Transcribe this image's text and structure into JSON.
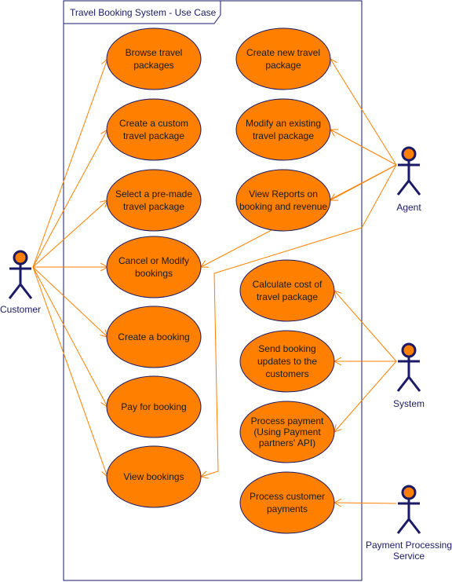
{
  "title": "Travel Booking System - Use Case",
  "colors": {
    "use_case_fill": "#FF8000",
    "use_case_stroke": "#1a1a66",
    "actor_stroke": "#1a1a66",
    "actor_head_fill": "#FF8000",
    "association_line": "#FF8000",
    "boundary_stroke": "#1a1a66"
  },
  "actors": [
    {
      "id": "customer",
      "label": "Customer"
    },
    {
      "id": "agent",
      "label": "Agent"
    },
    {
      "id": "system",
      "label": "System"
    },
    {
      "id": "payment",
      "label": "Payment Processing Service"
    }
  ],
  "use_cases": [
    {
      "id": "browse",
      "label": "Browse travel packages"
    },
    {
      "id": "custom",
      "label": "Create a custom travel package"
    },
    {
      "id": "premade",
      "label": "Select a pre-made travel package"
    },
    {
      "id": "cancel",
      "label": "Cancel or Modify bookings"
    },
    {
      "id": "create_booking",
      "label": "Create a booking"
    },
    {
      "id": "pay",
      "label": "Pay for booking"
    },
    {
      "id": "view_bookings",
      "label": "View bookings"
    },
    {
      "id": "new_pkg",
      "label": "Create new travel package"
    },
    {
      "id": "modify_pkg",
      "label": "Modify an existing travel package"
    },
    {
      "id": "reports",
      "label": "View Reports on booking and revenue"
    },
    {
      "id": "calc",
      "label": "Calculate cost of travel package"
    },
    {
      "id": "updates",
      "label": "Send booking updates to the customers"
    },
    {
      "id": "process_payment",
      "label": "Process payment (Using Payment partners' API)"
    },
    {
      "id": "customer_payments",
      "label": "Process customer payments"
    }
  ],
  "associations": [
    {
      "actor": "customer",
      "use_case": "browse"
    },
    {
      "actor": "customer",
      "use_case": "custom"
    },
    {
      "actor": "customer",
      "use_case": "premade"
    },
    {
      "actor": "customer",
      "use_case": "cancel"
    },
    {
      "actor": "customer",
      "use_case": "create_booking"
    },
    {
      "actor": "customer",
      "use_case": "pay"
    },
    {
      "actor": "customer",
      "use_case": "view_bookings"
    },
    {
      "actor": "agent",
      "use_case": "new_pkg"
    },
    {
      "actor": "agent",
      "use_case": "modify_pkg"
    },
    {
      "actor": "agent",
      "use_case": "reports"
    },
    {
      "actor": "agent",
      "use_case": "cancel"
    },
    {
      "actor": "agent",
      "use_case": "view_bookings"
    },
    {
      "actor": "system",
      "use_case": "calc"
    },
    {
      "actor": "system",
      "use_case": "updates"
    },
    {
      "actor": "system",
      "use_case": "process_payment"
    },
    {
      "actor": "payment",
      "use_case": "customer_payments"
    }
  ]
}
